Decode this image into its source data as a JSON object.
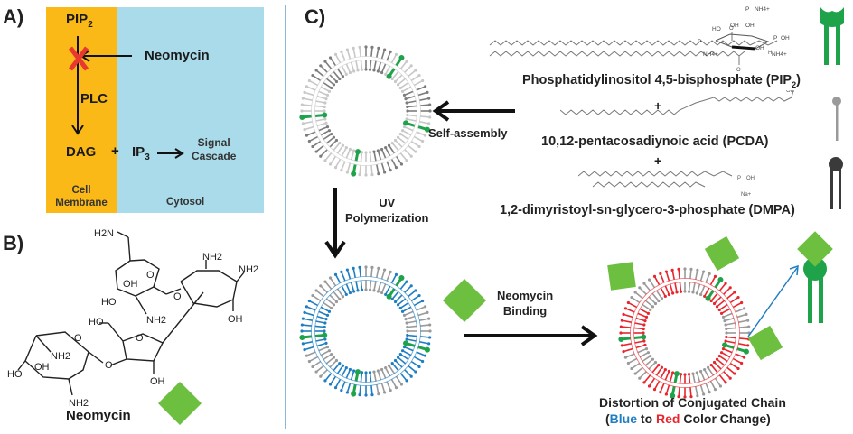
{
  "panels": {
    "a": {
      "label": "A)",
      "pip2": "PIP",
      "pip2_sub": "2",
      "inhibitor": "Neomycin",
      "enzyme": "PLC",
      "dag": "DAG",
      "plus": "+",
      "ip3": "IP",
      "ip3_sub": "3",
      "signal_line1": "Signal",
      "signal_line2": "Cascade",
      "region_membrane_line1": "Cell",
      "region_membrane_line2": "Membrane",
      "region_cytosol": "Cytosol",
      "colors": {
        "membrane": "#fbb917",
        "cytosol": "#a9dbea",
        "block_x": "#e8382f"
      }
    },
    "b": {
      "label": "B)",
      "molecule_name": "Neomycin",
      "groups": [
        "H2N",
        "NH2",
        "NH2",
        "OH",
        "HO",
        "NH2",
        "OH",
        "HO",
        "OH",
        "NH2",
        "OH",
        "HO",
        "NH2",
        "O",
        "O",
        "O",
        "O",
        "O"
      ],
      "symbol_color": "#6cbf3f"
    },
    "c": {
      "label": "C)",
      "step_self_assembly": "Self-assembly",
      "step_uv_line1": "UV",
      "step_uv_line2": "Polymerization",
      "step_binding_line1": "Neomycin",
      "step_binding_line2": "Binding",
      "components": [
        {
          "name": "Phosphatidylinositol 4,5-bisphosphate (PIP",
          "sub": "2",
          "close": ")",
          "symbol": "receptor-lipid",
          "color": "#1ea34a"
        },
        {
          "name": "10,12-pentacosadiynoic acid (PCDA)",
          "symbol": "pin-lipid",
          "color": "#9a9a9a"
        },
        {
          "name": "1,2-dimyristoyl-sn-glycero-3-phosphate (DMPA)",
          "symbol": "double-tail-lipid",
          "color": "#3a3a3a"
        }
      ],
      "plus": "+",
      "chem_labels": {
        "nh4": "NH4+",
        "oh": "OH",
        "ho": "HO",
        "o": "O",
        "p": "P",
        "h": "H",
        "na": "Na+"
      },
      "result_line1": "Distortion of Conjugated Chain",
      "result_open": "(",
      "result_blue": "Blue",
      "result_to": " to ",
      "result_red": "Red",
      "result_rest": " Color Change)",
      "colors": {
        "blue": "#1f7ec2",
        "red": "#e8262d",
        "green": "#1ea34a",
        "gray": "#9a9a9a",
        "neomycin": "#6cbf3f"
      }
    }
  }
}
